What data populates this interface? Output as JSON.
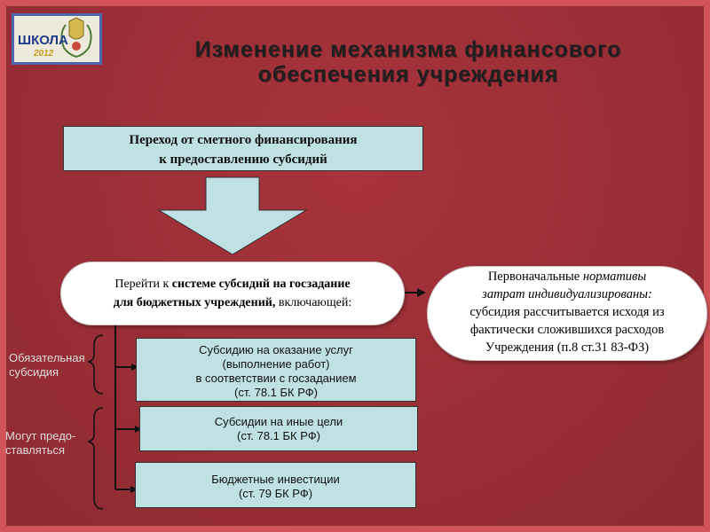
{
  "title": {
    "line1": "Изменение механизма финансового",
    "line2": "обеспечения  учреждения"
  },
  "logo": {
    "text": "ШКОЛА",
    "year": "2012"
  },
  "top_box": {
    "line1": "Переход от сметного финансирования",
    "line2": "к предоставлению субсидий"
  },
  "left_pill": {
    "line1": {
      "a": "Перейти к ",
      "b": "системе субсидий на госзадание"
    },
    "line2": {
      "a": "для бюджетных учреждений,",
      "b": " включающей:"
    }
  },
  "right_pill": {
    "line1": {
      "a": "Первоначальные ",
      "b": "нормативы"
    },
    "line2": "затрат индивидуализированы:",
    "line3": "субсидия рассчитывается исходя из",
    "line4": "фактически сложившихся расходов",
    "line5": "Учреждения (п.8 ст.31 83-ФЗ)"
  },
  "subsidies": [
    {
      "lines": [
        "Субсидию на оказание услуг",
        "(выполнение работ)",
        "в соответствии с госзаданием",
        "(ст. 78.1 БК РФ)"
      ]
    },
    {
      "lines": [
        "Субсидии на иные цели",
        "(ст. 78.1 БК РФ)"
      ]
    },
    {
      "lines": [
        "Бюджетные инвестиции",
        "(ст. 79 БК РФ)"
      ]
    }
  ],
  "side_labels": {
    "mandatory": [
      "Обязательная",
      "субсидия"
    ],
    "optional": [
      "Могут  предо-",
      "ставляться"
    ]
  },
  "colors": {
    "background": "#9c2f37",
    "box_fill": "#bfe1e4",
    "logo_border": "#4f67b0"
  }
}
